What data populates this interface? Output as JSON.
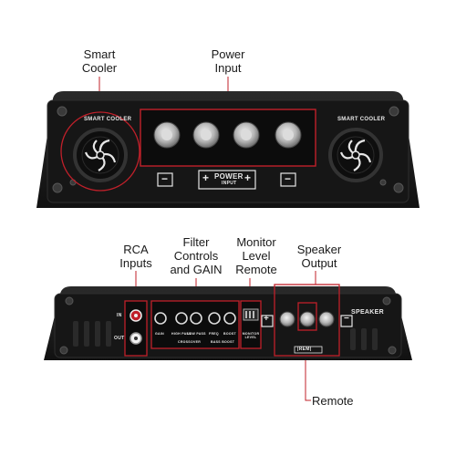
{
  "callouts": {
    "smart_cooler": [
      "Smart",
      "Cooler"
    ],
    "power_input": [
      "Power",
      "Input"
    ],
    "rca_inputs": [
      "RCA",
      "Inputs"
    ],
    "filter_controls": [
      "Filter",
      "Controls",
      "and GAIN"
    ],
    "monitor_level": [
      "Monitor",
      "Level",
      "Remote"
    ],
    "speaker_output": [
      "Speaker",
      "Output"
    ],
    "remote": "Remote"
  },
  "front_panel": {
    "left_fan_label": "SMART COOLER",
    "right_fan_label": "SMART COOLER",
    "power_label": "POWER",
    "power_sub": "INPUT",
    "minus_symbol": "−",
    "plus_symbol": "+"
  },
  "back_panel": {
    "rca_in": "IN",
    "rca_out": "OUT",
    "knob_labels": [
      "GAIN",
      "HIGH PASS",
      "LOW PASS",
      "FREQ",
      "BOOST"
    ],
    "section_labels": [
      "CROSSOVER",
      "BASS BOOST"
    ],
    "monitor_label": "MONITOR LEVEL",
    "speaker_label": "SPEAKER",
    "rem_label": "|REM|",
    "minus_symbol": "−",
    "plus_symbol": "+"
  },
  "colors": {
    "casing": "#1c1c1c",
    "panel": "#141414",
    "highlight": "#c0202a",
    "terminal": "#a8a8a8",
    "text": "#1a1a1a"
  }
}
